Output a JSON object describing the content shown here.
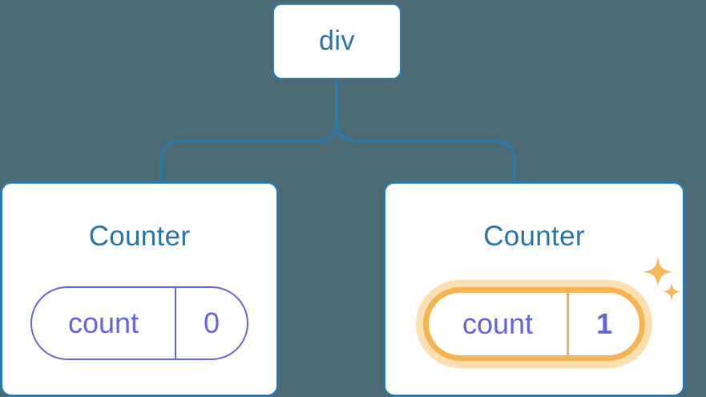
{
  "diagram": {
    "title": "react-component-state-tree",
    "background_color": "#4C6A73",
    "node_border_color": "#2E78A6",
    "node_text_color": "#2C74A3",
    "state_color": "#6366D9",
    "highlight_color": "#F5B452",
    "highlight_glow_color": "#FBDFB0",
    "connector_color": "#2E78A6"
  },
  "root": {
    "label": "div"
  },
  "children": [
    {
      "title": "Counter",
      "state": {
        "key": "count",
        "value": "0"
      },
      "highlighted": false,
      "sparkles": false
    },
    {
      "title": "Counter",
      "state": {
        "key": "count",
        "value": "1"
      },
      "highlighted": true,
      "sparkles": true
    }
  ],
  "icons": {
    "sparkle_large": "sparkle-icon",
    "sparkle_small": "sparkle-icon"
  }
}
